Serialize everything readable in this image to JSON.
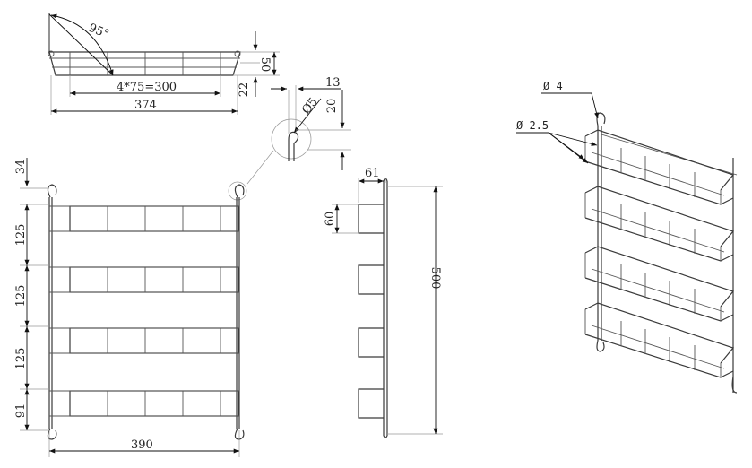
{
  "dimensions": {
    "angle": "95°",
    "pitch": "4*75=300",
    "top_width": "374",
    "top_height": "50",
    "top_depth": "22",
    "hook_offset": "13",
    "hook_diameter": "Ø5",
    "hook_height": "20",
    "top_offset": "34",
    "shelf_spacing_1": "125",
    "shelf_spacing_2": "125",
    "shelf_spacing_3": "125",
    "bottom_spacing": "91",
    "overall_width": "390",
    "depth": "61",
    "basket_height": "60",
    "overall_height": "500",
    "frame_wire": "Ø 4",
    "basket_wire": "Ø 2.5"
  },
  "colors": {
    "line": "#3a3a3a",
    "dimension": "#111111",
    "background": "#ffffff"
  }
}
